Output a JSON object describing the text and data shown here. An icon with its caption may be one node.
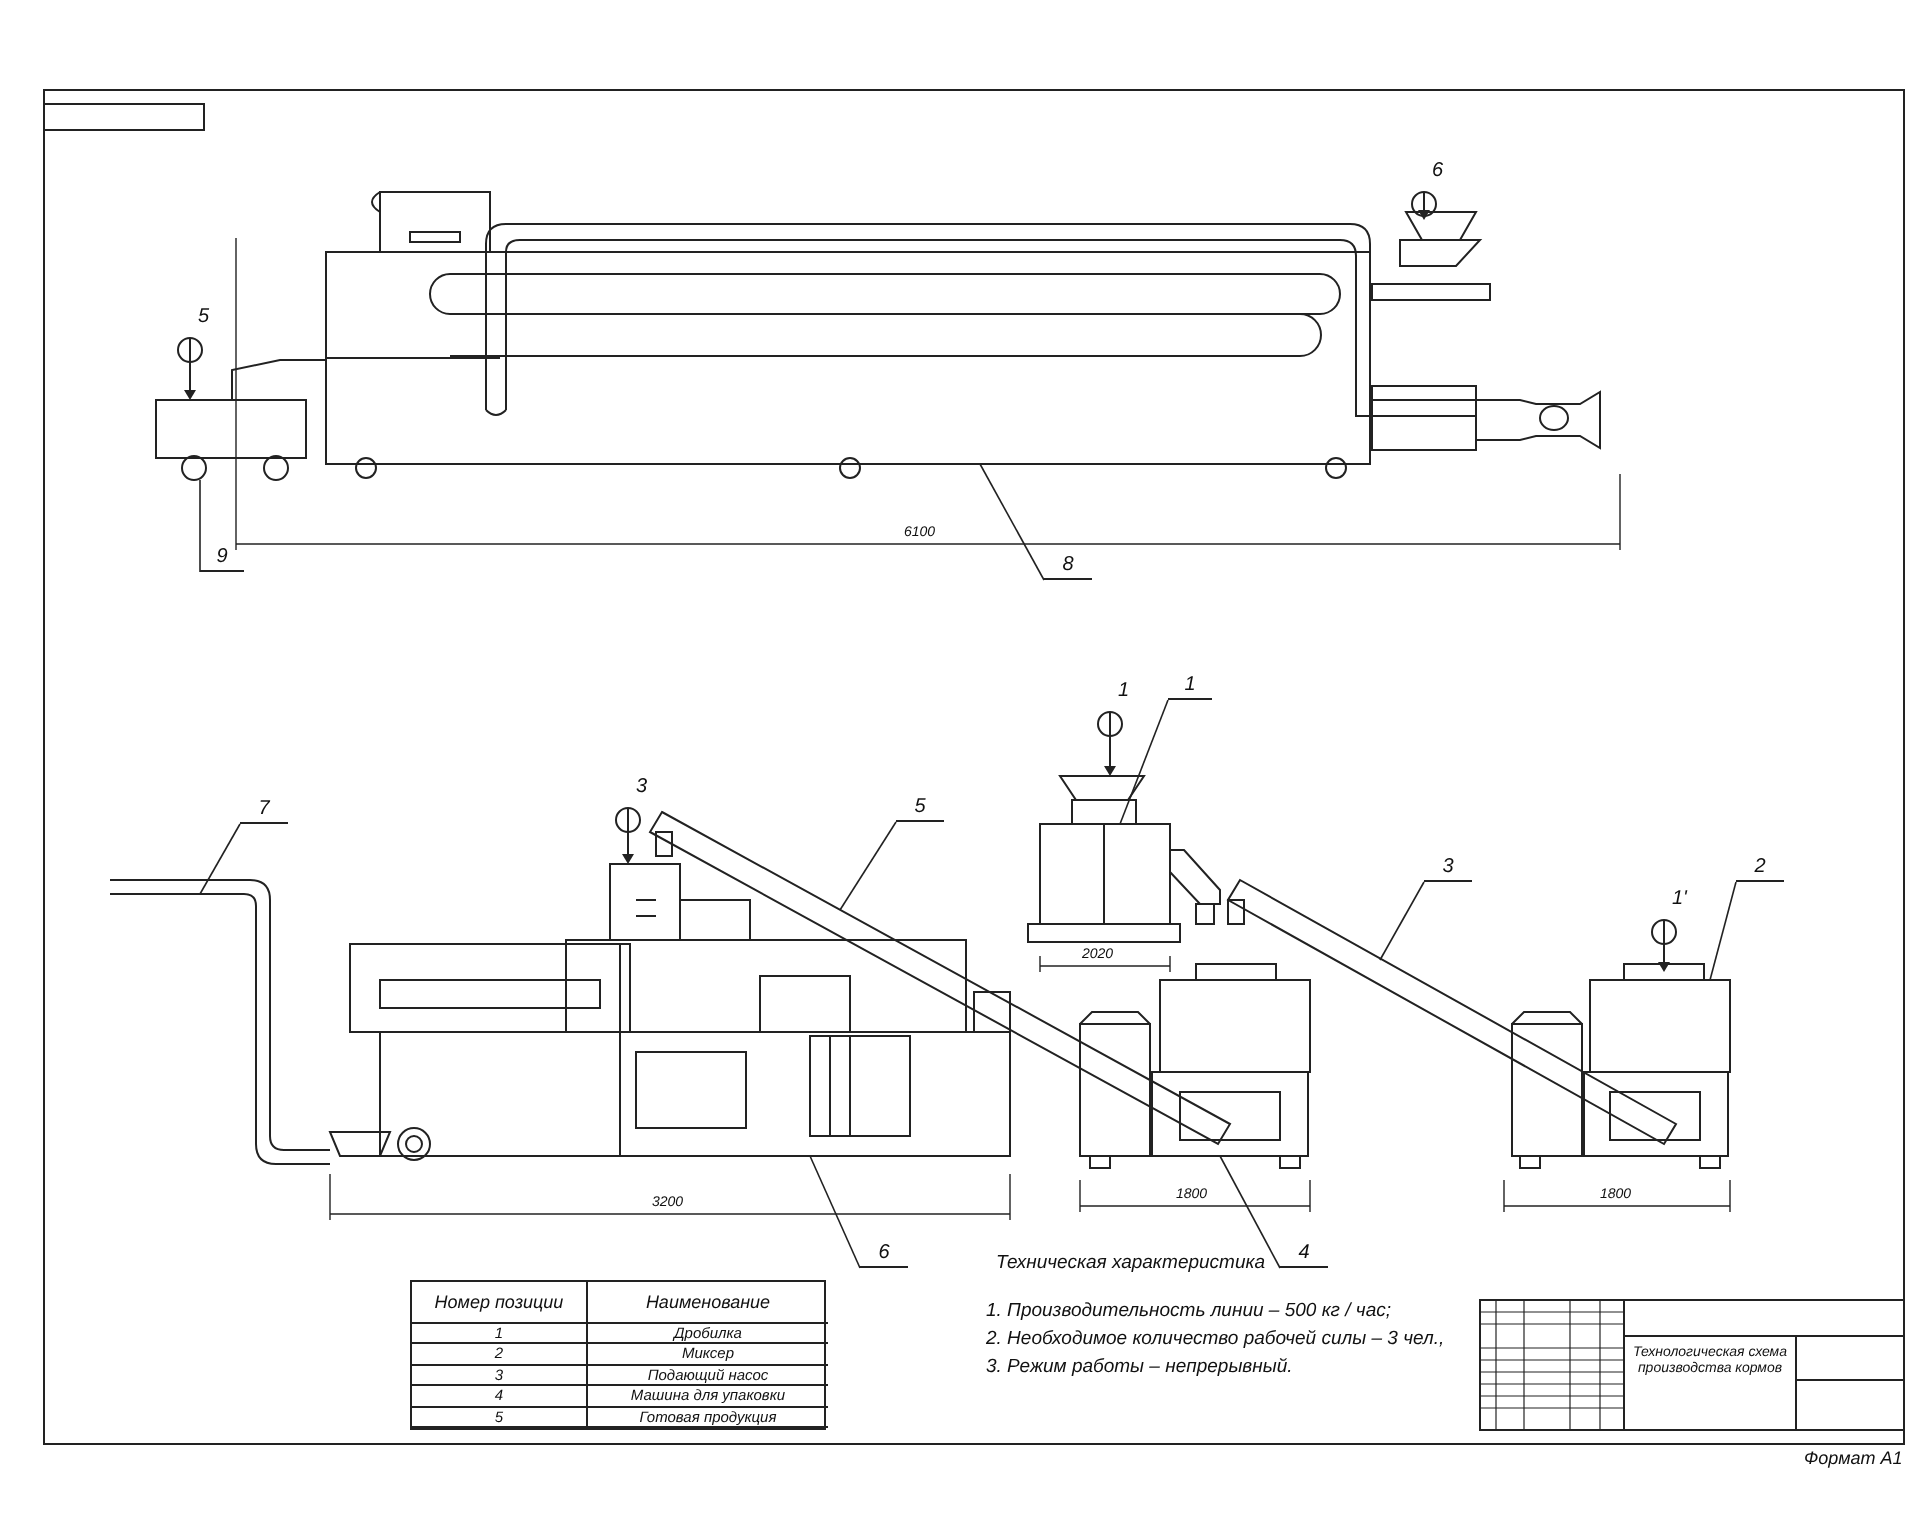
{
  "diagram": {
    "nodes": [
      {
        "text": [],
        "shape": "picture"
      },
      {
        "text": [],
        "shape": "picture"
      },
      {
        "text": [
          "9"
        ]
      },
      {
        "text": [
          "8"
        ]
      },
      {
        "text": [],
        "shape": "picture"
      },
      {
        "text": [
          "7"
        ]
      },
      {
        "text": [],
        "shape": "picture"
      },
      {
        "text": [],
        "shape": "picture"
      },
      {
        "text": [
          "5"
        ]
      },
      {
        "text": [],
        "shape": "picture"
      },
      {
        "text": [
          "1"
        ]
      },
      {
        "text": [],
        "shape": "picture"
      },
      {
        "text": [
          "3"
        ]
      },
      {
        "text": [],
        "shape": "picture"
      },
      {
        "text": [
          "2"
        ]
      },
      {
        "text": [
          "6"
        ]
      },
      {
        "text": [],
        "shape": "picture"
      },
      {
        "text": [
          "4"
        ]
      }
    ],
    "edges": [
      {
        "from": 2,
        "to": 1,
        "arrow": "none"
      },
      {
        "from": 3,
        "to": 0,
        "arrow": "none"
      },
      {
        "from": 5,
        "to": 4,
        "arrow": "none"
      },
      {
        "from": 8,
        "to": 7,
        "arrow": "none"
      },
      {
        "from": 10,
        "to": 9,
        "arrow": "none"
      },
      {
        "from": 12,
        "to": 11,
        "arrow": "none"
      },
      {
        "from": 14,
        "to": 13,
        "arrow": "none"
      },
      {
        "from": 15,
        "to": 6,
        "arrow": "none"
      },
      {
        "from": 17,
        "to": 16,
        "arrow": "none"
      }
    ],
    "labels": [
      "5",
      "6",
      "6100",
      "3",
      "1",
      "2020",
      "1'",
      "3200",
      "1800",
      "1800",
      "Номер позиции",
      "Наименование",
      "1",
      "Дробилка",
      "2",
      "Миксер",
      "3",
      "Подающий насос",
      "4",
      "Машина для упаковки",
      "5",
      "Готовая продукция",
      "Техническая характеристика",
      "1. Производительность линии – 500 кг / час;",
      "2. Необходимое количество рабочей силы – 3 чел.,",
      "3. Режим работы – непрерывный.",
      "Технологическая схема производства кормов",
      "Формат А1"
    ]
  }
}
